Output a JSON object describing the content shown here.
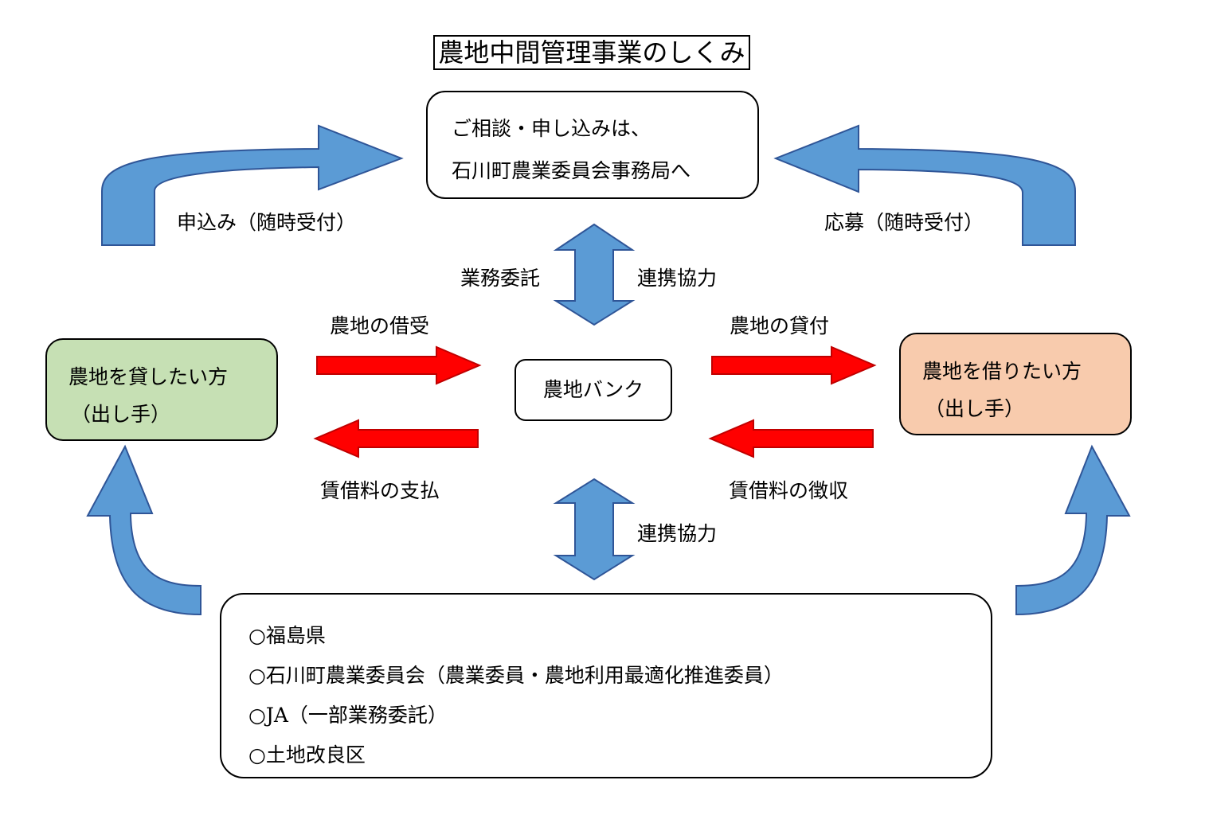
{
  "title": "農地中間管理事業のしくみ",
  "consult": {
    "line1": "ご相談・申し込みは、",
    "line2": "石川町農業委員会事務局へ"
  },
  "lender": {
    "line1": "農地を貸したい方",
    "line2": "（出し手）"
  },
  "borrower": {
    "line1": "農地を借りたい方",
    "line2": "（出し手）"
  },
  "bank": "農地バンク",
  "labels": {
    "apply": "申込み（随時受付）",
    "recruit": "応募（随時受付）",
    "consign": "業務委託",
    "cooperate_top": "連携協力",
    "cooperate_bottom": "連携協力",
    "borrow_land": "農地の借受",
    "lend_land": "農地の貸付",
    "pay_rent": "賃借料の支払",
    "collect_rent": "賃借料の徴収"
  },
  "partners": [
    "○福島県",
    "○石川町農業委員会（農業委員・農地利用最適化推進委員）",
    "○JA（一部業務委託）",
    "○土地改良区"
  ],
  "colors": {
    "blue_arrow": "#5b9bd5",
    "red_arrow": "#ff0000",
    "lender_fill": "#c6e0b4",
    "borrower_fill": "#f8cbad"
  }
}
